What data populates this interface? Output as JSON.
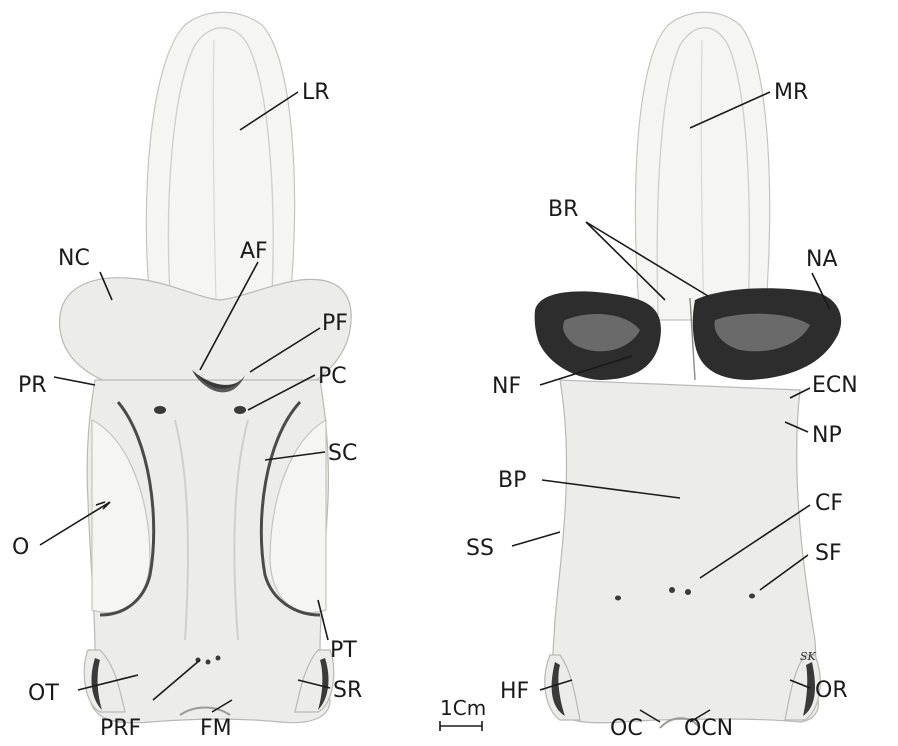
{
  "labels": {
    "left_view": [
      "LR",
      "NC",
      "AF",
      "PF",
      "PR",
      "PC",
      "SC",
      "O",
      "PT",
      "OT",
      "SR",
      "PRF",
      "FM"
    ],
    "right_view": [
      "MR",
      "BR",
      "NA",
      "NF",
      "ECN",
      "NP",
      "BP",
      "CF",
      "SS",
      "SF",
      "HF",
      "OR",
      "OC",
      "OCN"
    ]
  },
  "scale_bar": {
    "label": "1Cm"
  },
  "signature": "SK"
}
